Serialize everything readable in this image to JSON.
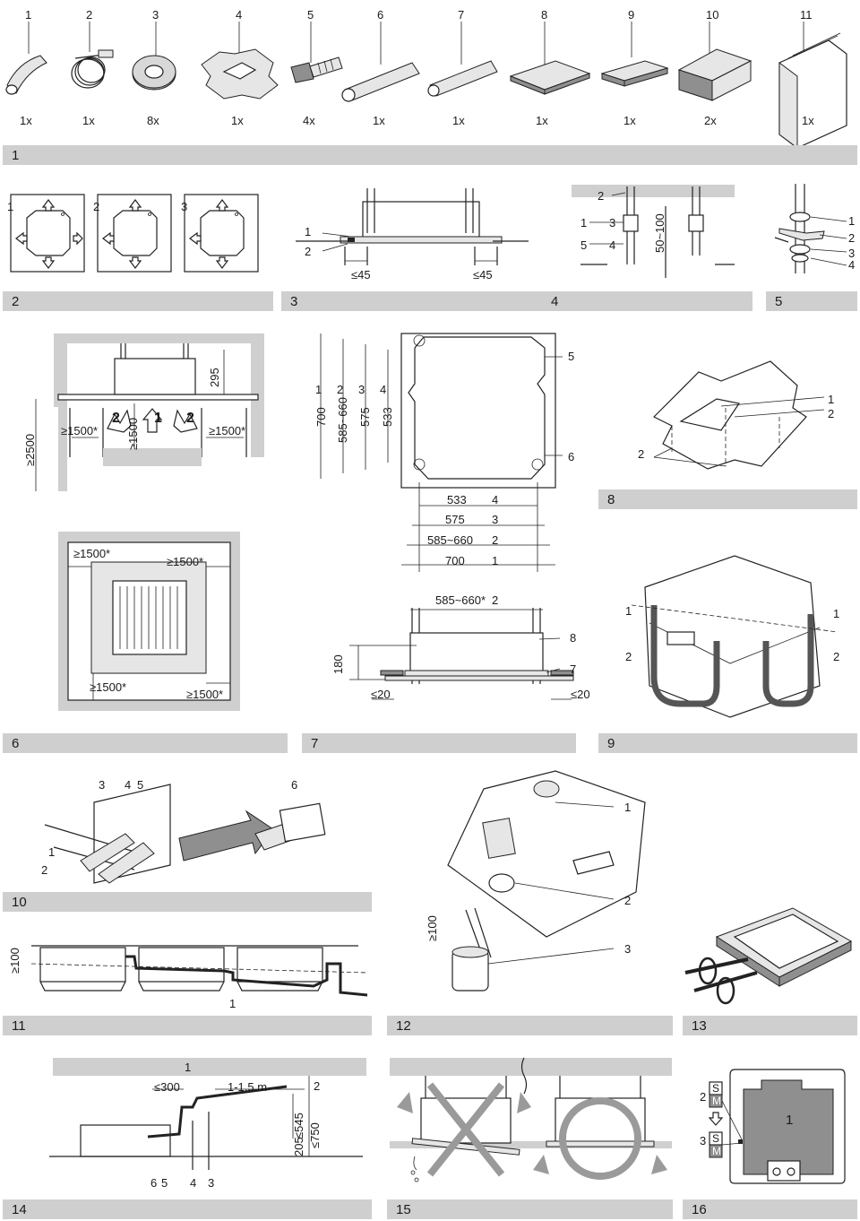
{
  "parts": {
    "numbers": [
      "1",
      "2",
      "3",
      "4",
      "5",
      "6",
      "7",
      "8",
      "9",
      "10",
      "11"
    ],
    "quantities": [
      "1x",
      "1x",
      "8x",
      "1x",
      "4x",
      "1x",
      "1x",
      "1x",
      "1x",
      "2x",
      "1x"
    ]
  },
  "sections": {
    "s1": "1",
    "s2": "2",
    "s3": "3",
    "s4": "4",
    "s5": "5",
    "s6": "6",
    "s7": "7",
    "s8": "8",
    "s9": "9",
    "s10": "10",
    "s11": "11",
    "s12": "12",
    "s13": "13",
    "s14": "14",
    "s15": "15",
    "s16": "16"
  },
  "fig1": {
    "labels": [
      "1",
      "2",
      "3"
    ]
  },
  "fig2": {
    "l1": "1",
    "l2": "2",
    "d1": "≤45",
    "d2": "≤45"
  },
  "fig3": {
    "l2": "2",
    "l1": "1",
    "l3": "3",
    "l5": "5",
    "l4": "4",
    "dim": "50~100"
  },
  "fig4": {
    "l1": "1",
    "l2": "2",
    "l3": "3",
    "l4": "4"
  },
  "fig5": {
    "h2500": "≥2500",
    "h1500": "≥1500",
    "h295": "295",
    "side1": "≥1500*",
    "side2": "≥1500*",
    "n2a": "2",
    "n1": "1",
    "n2b": "2",
    "top_l": "≥1500*",
    "top_r": "≥1500*",
    "bot_l": "≥1500*",
    "bot_r": "≥1500*"
  },
  "fig6": {
    "v700": "700",
    "v585": "585~660",
    "v575": "575",
    "v533": "533",
    "c1": "1",
    "c2": "2",
    "c3": "3",
    "c4": "4",
    "l5": "5",
    "l6": "6",
    "h533": "533",
    "h575": "575",
    "h585": "585~660",
    "h700": "700",
    "hc4": "4",
    "hc3": "3",
    "hc2": "2",
    "hc1": "1"
  },
  "fig7": {
    "dim": "585~660*",
    "c2": "2",
    "h180": "180",
    "l8": "8",
    "l7": "7",
    "d20a": "≤20",
    "d20b": "≤20"
  },
  "fig8": {
    "l1": "1",
    "l2a": "2",
    "l2b": "2"
  },
  "fig9": {
    "l1a": "1",
    "l1b": "1",
    "l2a": "2",
    "l2b": "2"
  },
  "fig10": {
    "l3": "3",
    "l4": "4",
    "l5": "5",
    "l6": "6",
    "l1": "1",
    "l2": "2"
  },
  "fig11": {
    "d100": "≥100",
    "l1": "1"
  },
  "fig12": {
    "l1": "1",
    "l2": "2",
    "l3": "3",
    "d100": "≥100"
  },
  "fig14": {
    "l1": "1",
    "d300": "≤300",
    "d15": "1-1.5 m",
    "l2": "2",
    "d545": "≤545",
    "d750": "≤750",
    "d205": "205",
    "l6": "6",
    "l5": "5",
    "l4": "4",
    "l3": "3"
  },
  "fig16": {
    "l2": "2",
    "l3": "3",
    "l1": "1",
    "s": "S",
    "m": "M"
  }
}
